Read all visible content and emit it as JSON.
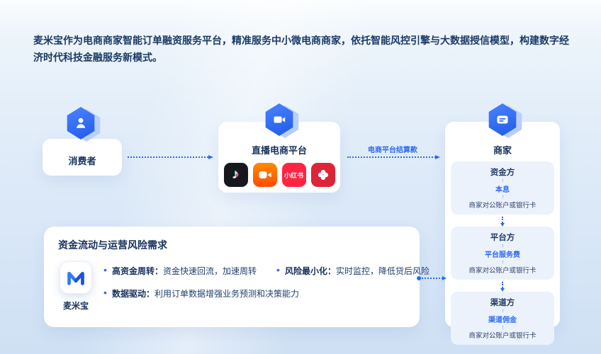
{
  "colors": {
    "accent": "#2e6bf0",
    "hexagon_top": "#4b84ff",
    "hexagon_bottom": "#1f5ae8",
    "party_box_bg": "#ecf2fc",
    "douyin_bg": "#16181d",
    "kuaishou_bg": "#ff5a00",
    "xiaohongshu_bg": "#ff2442",
    "red_app_bg": "#dd2438",
    "text_dark": "#17315c"
  },
  "intro": "麦米宝作为电商商家智能订单融资服务平台，精准服务中小微电商商家，依托智能风控引擎与大数据授信模型，构建数字经济时代科技金融服务新模式。",
  "flow": {
    "consumer": {
      "label": "消费者",
      "icon": "user-icon"
    },
    "platform": {
      "label": "直播电商平台",
      "icon": "video-camera-icon"
    },
    "settlement_label": "电商平台结算款",
    "merchant": {
      "label": "商家",
      "icon": "bank-card-icon",
      "parties": [
        {
          "title": "资金方",
          "fee": "本息",
          "account": "商家对公账户或银行卡"
        },
        {
          "title": "平台方",
          "fee": "平台服务费",
          "account": "商家对公账户或银行卡"
        },
        {
          "title": "渠道方",
          "fee": "渠道佣金",
          "account": "商家对公账户或银行卡"
        }
      ]
    }
  },
  "apps": [
    {
      "icon": "douyin-icon",
      "glyph": "♪"
    },
    {
      "icon": "kuaishou-icon"
    },
    {
      "icon": "xiaohongshu-icon",
      "label": "小红书"
    },
    {
      "icon": "red-app-icon"
    }
  ],
  "needs": {
    "title": "资金流动与运营风险需求",
    "brand": "麦米宝",
    "bullets": [
      {
        "head": "高资金周转：",
        "body": "资金快速回流，加速周转"
      },
      {
        "head": "风险最小化：",
        "body": "实时监控，降低贷后风险"
      },
      {
        "head": "数据驱动：",
        "body": "利用订单数据增强业务预测和决策能力"
      }
    ]
  }
}
